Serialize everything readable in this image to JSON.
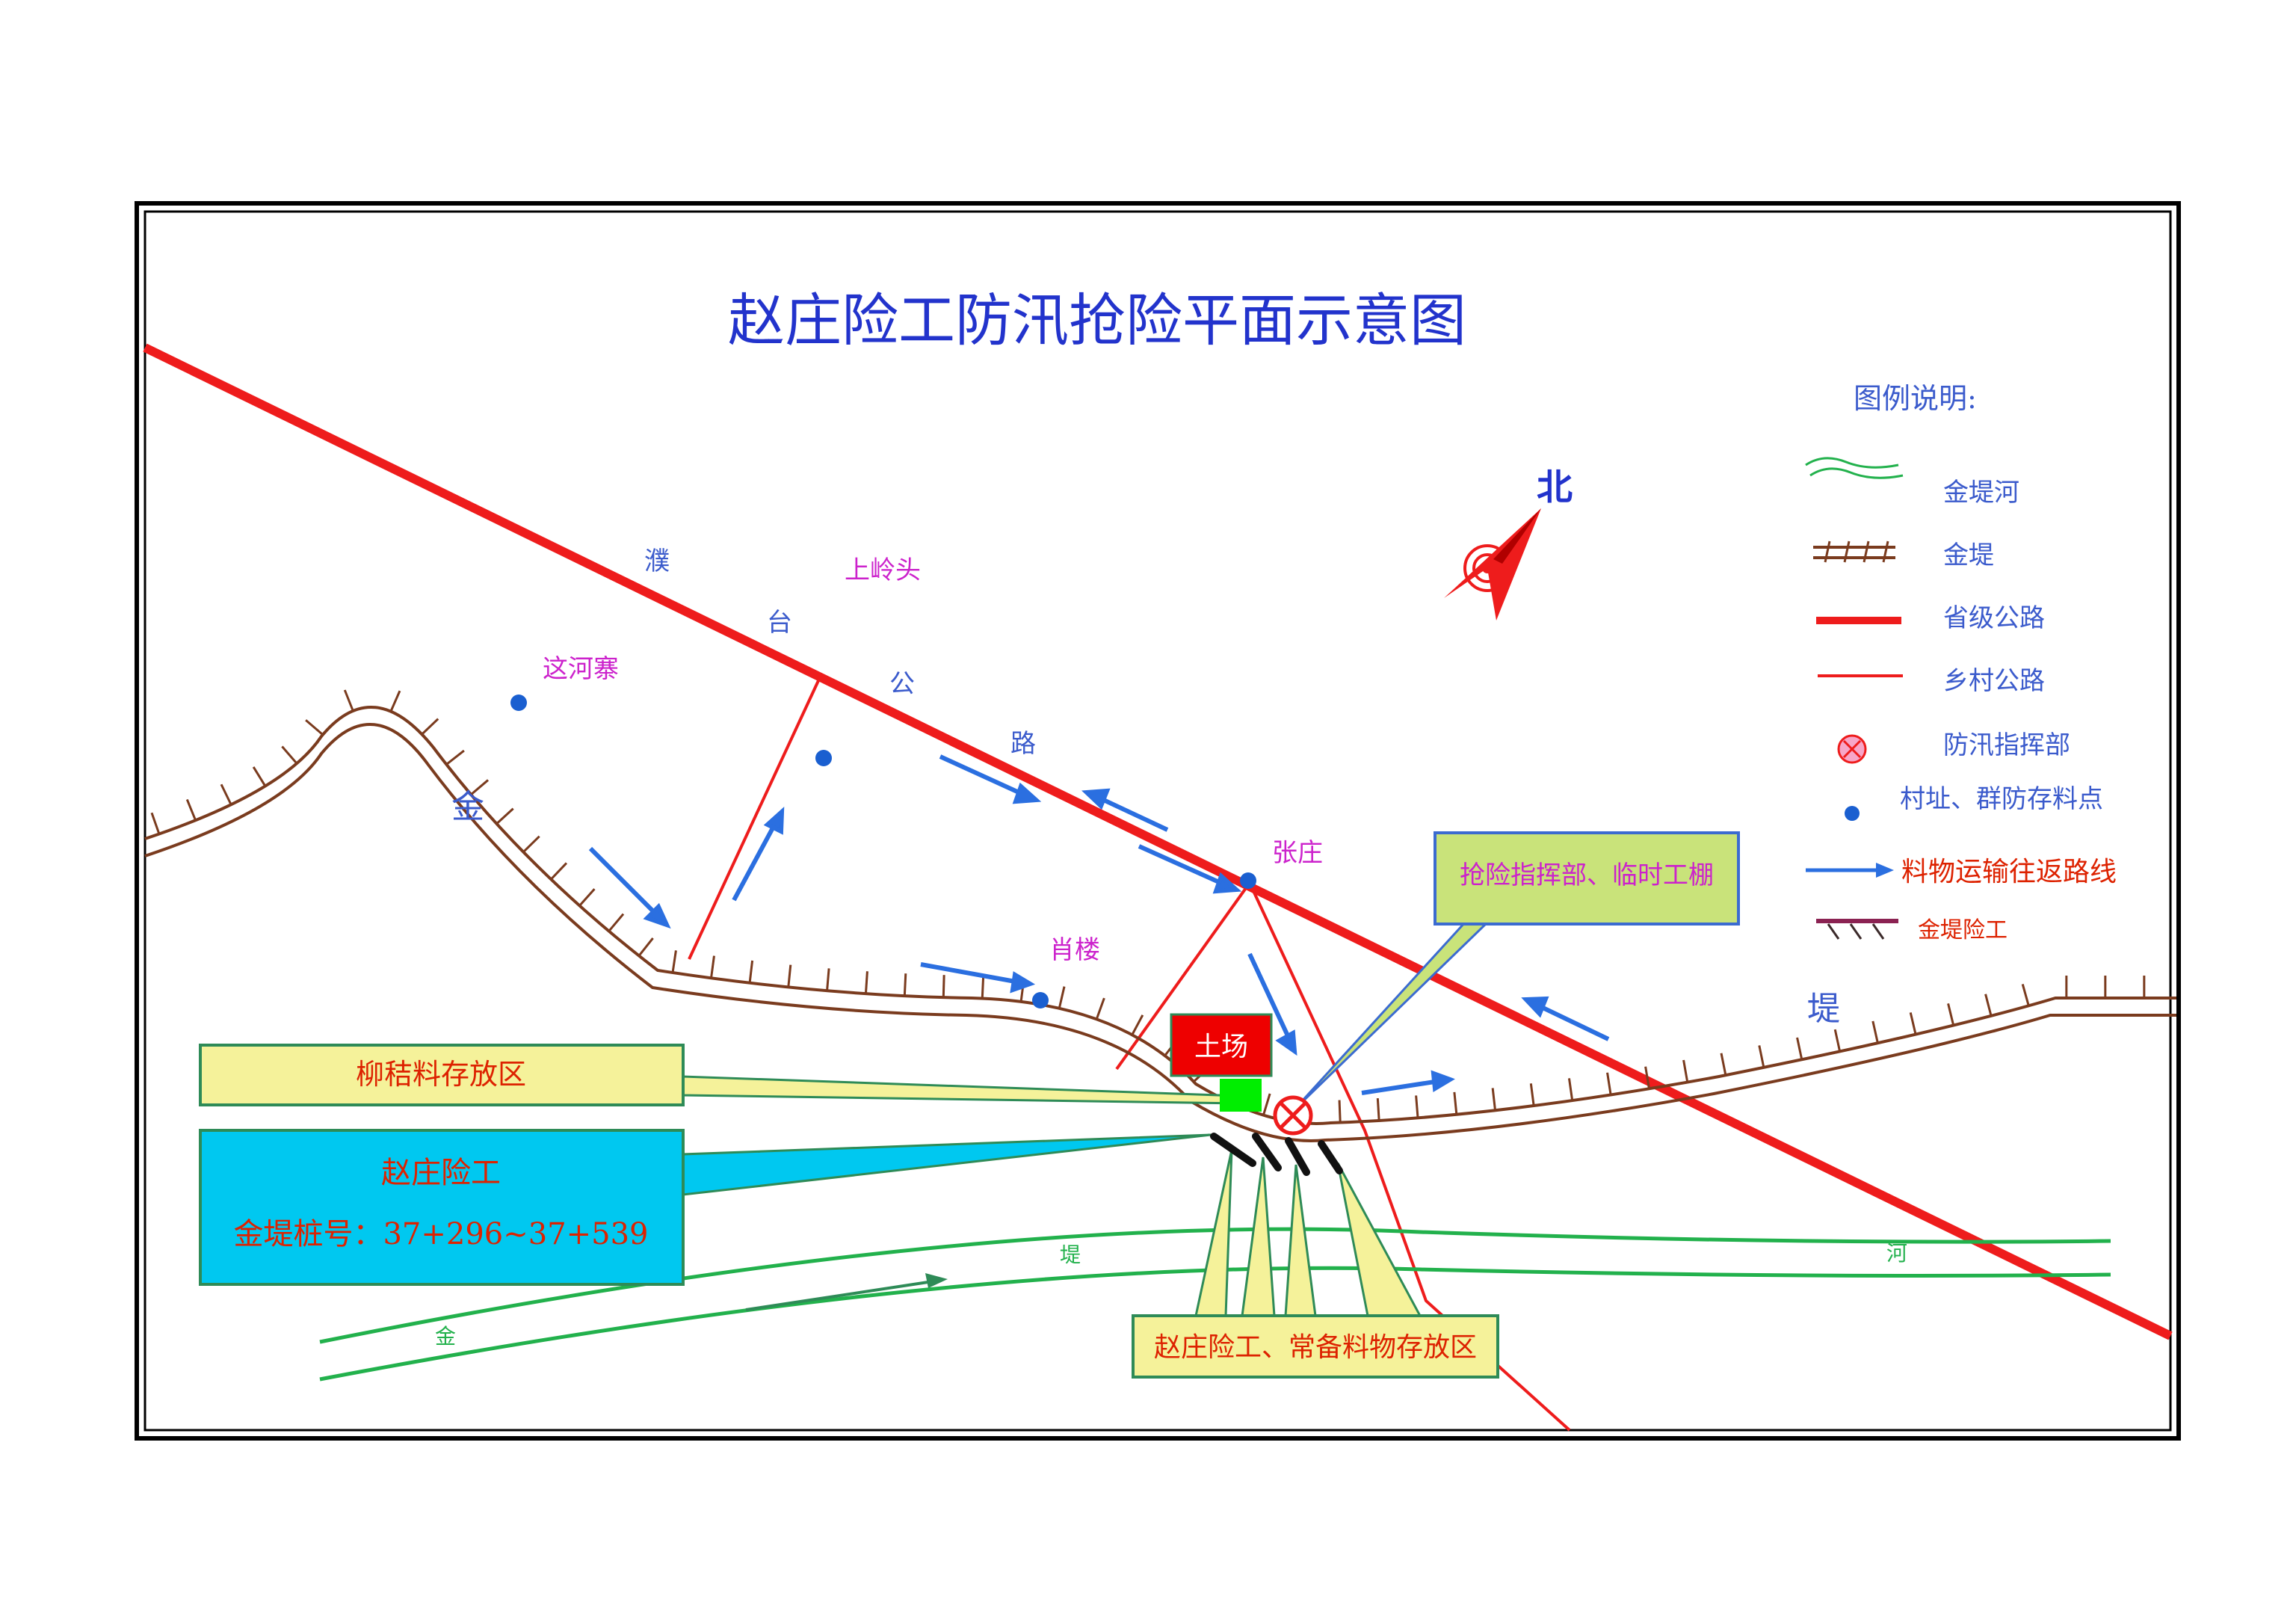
{
  "title": "赵庄险工防汛抢险平面示意图",
  "north": "北",
  "road_label_chars": [
    "濮",
    "台",
    "公",
    "路"
  ],
  "dike_label_chars": [
    "金",
    "堤"
  ],
  "river_label_chars": [
    "金",
    "堤",
    "河"
  ],
  "villages": {
    "shanglingtou": "上岭头",
    "zhehezhai": "这河寨",
    "zhangzhuang": "张庄",
    "xiaolou": "肖楼"
  },
  "soil_field": "土场",
  "callouts": {
    "command": "抢险指挥部、临时工棚",
    "willow_storage": "柳秸料存放区",
    "works_title": "赵庄险工",
    "works_stake": "金堤桩号：37+296~37+539",
    "materials": "赵庄险工、常备料物存放区"
  },
  "legend": {
    "title": "图例说明:",
    "items": [
      {
        "icon": "river-line-icon",
        "label": "金堤河"
      },
      {
        "icon": "dike-line-icon",
        "label": "金堤"
      },
      {
        "icon": "provincial-road-icon",
        "label": "省级公路"
      },
      {
        "icon": "village-road-icon",
        "label": "乡村公路"
      },
      {
        "icon": "flood-command-icon",
        "label": "防汛指挥部"
      },
      {
        "icon": "village-point-icon",
        "label": "村址、群防存料点"
      },
      {
        "icon": "transport-arrow-icon",
        "label": "料物运输往返路线"
      },
      {
        "icon": "dike-works-icon",
        "label": "金堤险工"
      }
    ]
  },
  "colors": {
    "title": "#2233cc",
    "road": "#ee1c1c",
    "dike": "#7a3b1e",
    "river": "#22b14c",
    "arrow": "#2b6fe0",
    "village_text": "#cc22cc",
    "label_blue": "#3b5bcc",
    "callout_yellow": "#f5f29a",
    "callout_green_yellow": "#c9e37a",
    "callout_cyan": "#00c8f0",
    "soil_red": "#ee0000",
    "green_square": "#00ee00"
  }
}
